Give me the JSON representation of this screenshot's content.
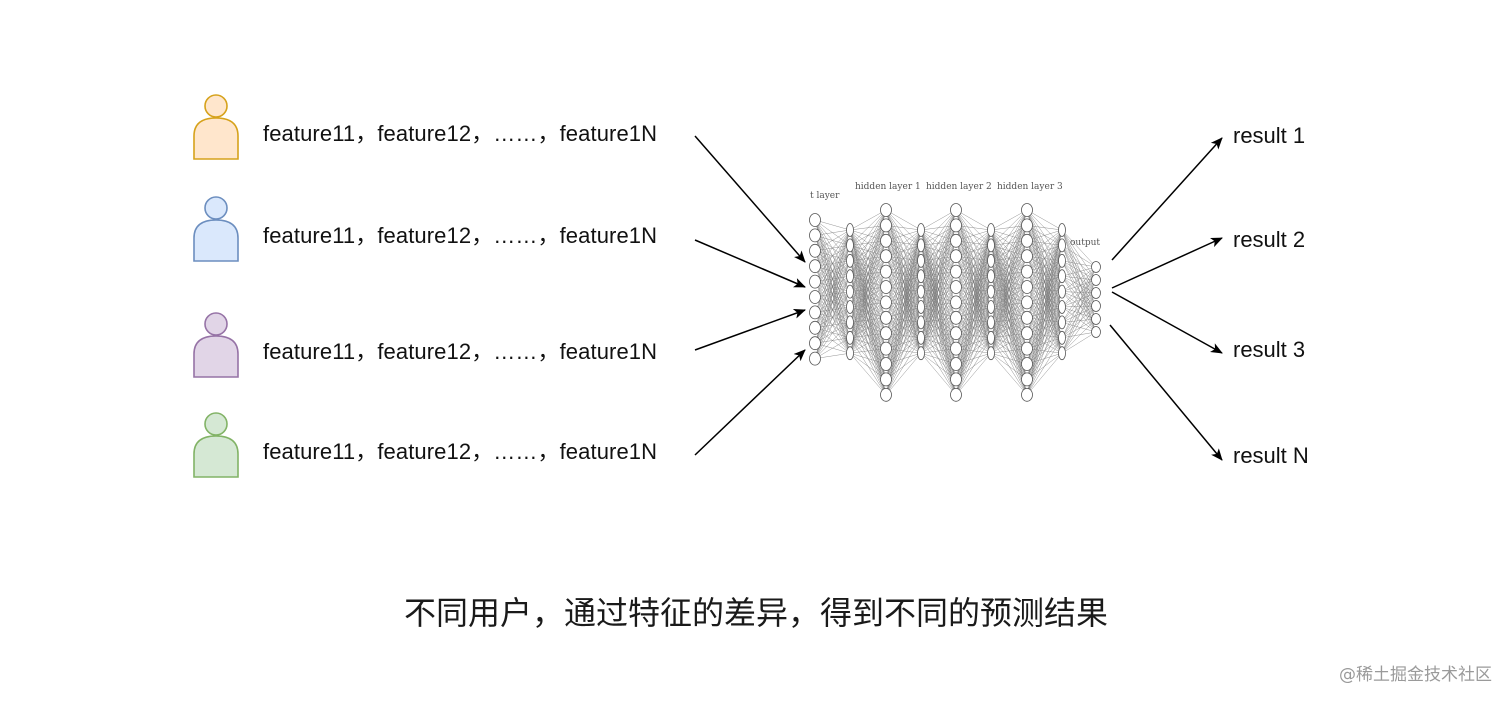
{
  "users": [
    {
      "feature_text": "feature11，feature12，……，feature1N",
      "fill": "#ffe6cc",
      "stroke": "#d6a21b"
    },
    {
      "feature_text": "feature11，feature12，……，feature1N",
      "fill": "#dae8fc",
      "stroke": "#6c8ebf"
    },
    {
      "feature_text": "feature11，feature12，……，feature1N",
      "fill": "#e1d5e7",
      "stroke": "#9673a6"
    },
    {
      "feature_text": "feature11，feature12，……，feature1N",
      "fill": "#d5e8d4",
      "stroke": "#82b366"
    }
  ],
  "network": {
    "layer_labels": [
      "t layer",
      "hidden layer 1",
      "hidden layer 2",
      "hidden layer 3",
      "output"
    ]
  },
  "results": [
    "result 1",
    "result 2",
    "result 3",
    "result N"
  ],
  "caption": "不同用户，通过特征的差异，得到不同的预测结果",
  "watermark": "@稀土掘金技术社区"
}
